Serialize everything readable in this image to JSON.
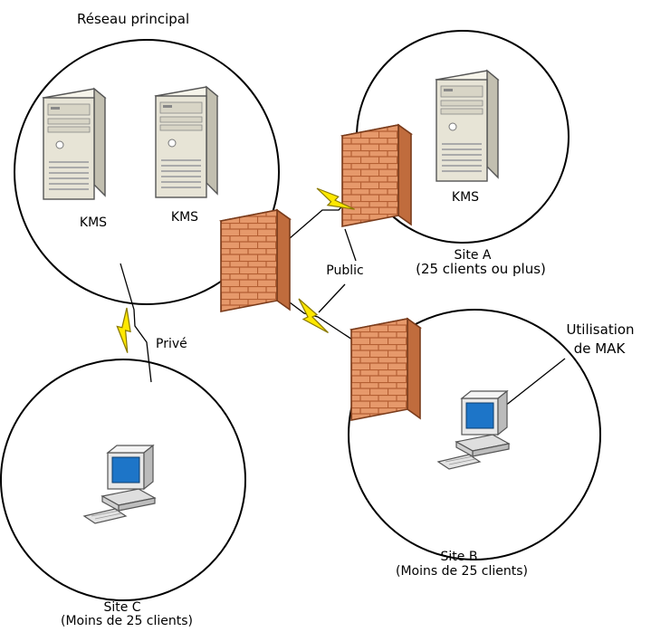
{
  "main_network": {
    "title": "Réseau principal",
    "server1_label": "KMS",
    "server2_label": "KMS"
  },
  "site_a": {
    "server_label": "KMS",
    "name": "Site A",
    "detail": "(25 clients ou plus)"
  },
  "site_b": {
    "name": "Site B",
    "detail": "(Moins de 25 clients)"
  },
  "site_c": {
    "name": "Site C",
    "detail": "(Moins de 25 clients)"
  },
  "links": {
    "public_label": "Public",
    "private_label": "Privé"
  },
  "mak": {
    "line1": "Utilisation",
    "line2": "de MAK"
  },
  "colors": {
    "circle_stroke": "#000000",
    "firewall": "#e09469",
    "lightning": "#ffe800",
    "server": "#e7e4d6"
  },
  "icons": [
    "server-icon",
    "firewall-icon",
    "lightning-icon",
    "computer-icon"
  ]
}
